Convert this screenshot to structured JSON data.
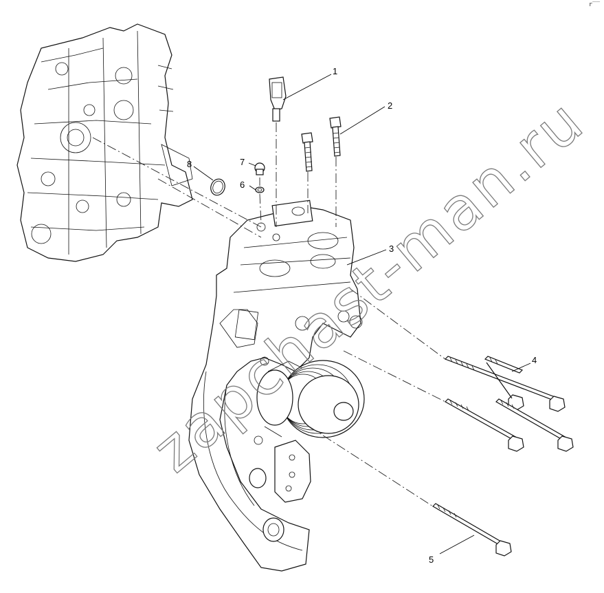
{
  "corner_mark": "r‾‾",
  "watermark": "zapchast-man.ru",
  "callouts": [
    {
      "id": "1",
      "label": "1"
    },
    {
      "id": "2",
      "label": "2"
    },
    {
      "id": "3",
      "label": "3"
    },
    {
      "id": "4",
      "label": "4"
    },
    {
      "id": "5",
      "label": "5"
    },
    {
      "id": "6",
      "label": "6"
    },
    {
      "id": "7",
      "label": "7"
    },
    {
      "id": "8",
      "label": "8"
    }
  ]
}
